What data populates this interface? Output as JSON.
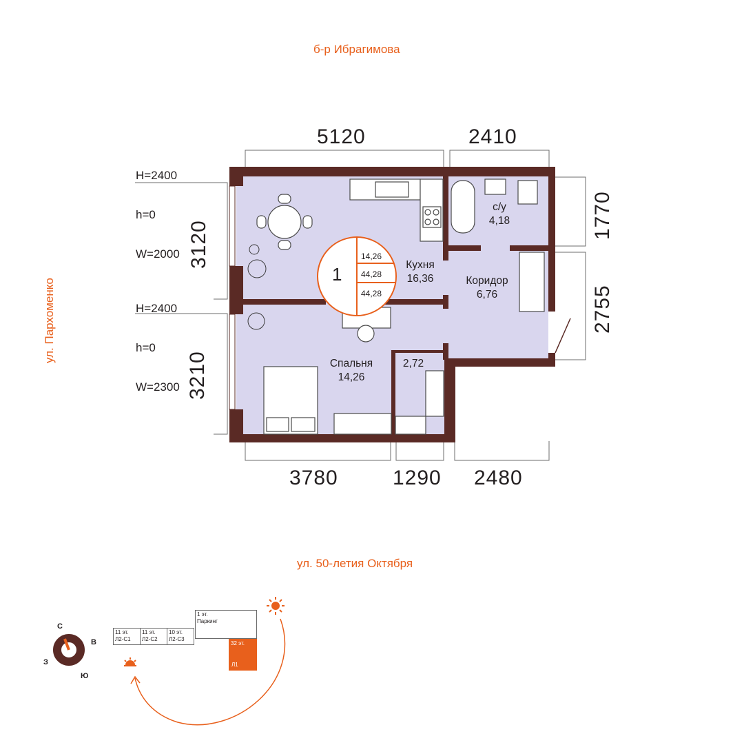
{
  "streets": {
    "north": "б-р Ибрагимова",
    "west": "ул. Пархоменко",
    "south": "ул. 50-летия Октября"
  },
  "dimensions": {
    "top": [
      "5120",
      "2410"
    ],
    "bottom": [
      "3780",
      "1290",
      "2480"
    ],
    "left": [
      "3120",
      "3210"
    ],
    "right": [
      "1770",
      "2755"
    ]
  },
  "windows": [
    {
      "h_upper": "H=2400",
      "h_lower": "h=0",
      "w": "W=2000"
    },
    {
      "h_upper": "H=2400",
      "h_lower": "h=0",
      "w": "W=2300"
    }
  ],
  "rooms": {
    "kitchen": {
      "name": "Кухня",
      "area": "16,36"
    },
    "bathroom": {
      "name": "с/у",
      "area": "4,18"
    },
    "corridor": {
      "name": "Коридор",
      "area": "6,76"
    },
    "bedroom": {
      "name": "Спальня",
      "area": "14,26"
    },
    "storage": {
      "area": "2,72"
    }
  },
  "badge": {
    "rooms_count": "1",
    "living_area": "14,26",
    "total_area": "44,28",
    "total_area_2": "44,28"
  },
  "site_plan": {
    "buildings": [
      {
        "floors": "11 эт.",
        "code": "Л2-С1"
      },
      {
        "floors": "11 эт.",
        "code": "Л2-С2"
      },
      {
        "floors": "10 эт.",
        "code": "Л2-С3"
      }
    ],
    "parking": {
      "floors": "1 эт.",
      "label": "Паркинг"
    },
    "current": {
      "floors": "32 эт.",
      "code": "Л1"
    }
  },
  "compass": {
    "north": "С",
    "east": "В",
    "south": "Ю",
    "west": "З"
  },
  "colors": {
    "accent": "#e8601c",
    "wall": "#5a2a25",
    "floor": "#d9d6ee",
    "text": "#231f20"
  }
}
